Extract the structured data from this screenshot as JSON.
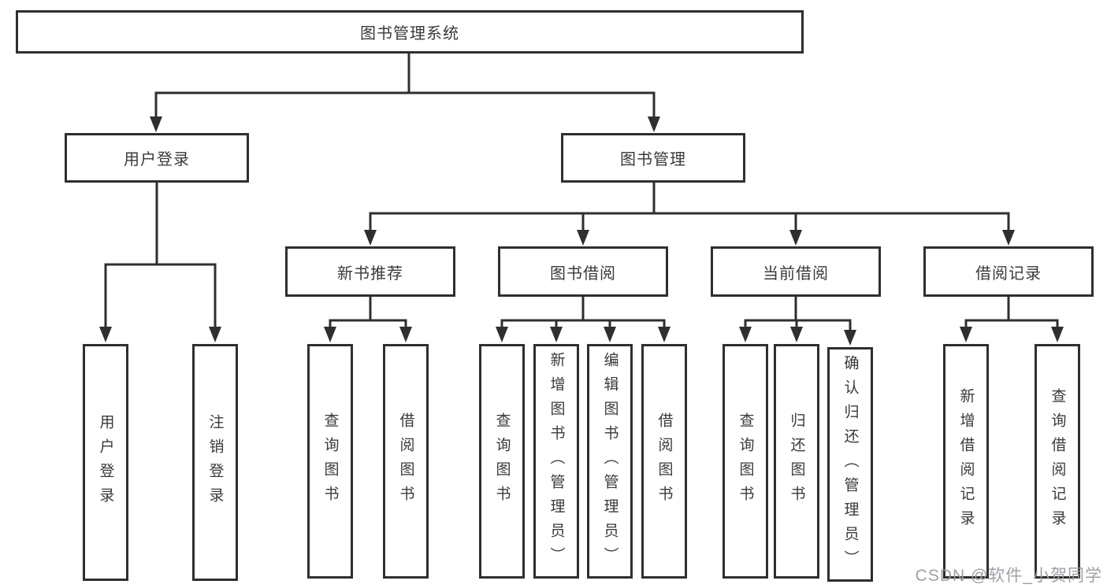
{
  "diagram_title": "图书管理系统",
  "tree": {
    "label": "图书管理系统",
    "children": [
      {
        "label": "用户登录",
        "children": [
          {
            "label": "用户登录"
          },
          {
            "label": "注销登录"
          }
        ]
      },
      {
        "label": "图书管理",
        "children": [
          {
            "label": "新书推荐",
            "children": [
              {
                "label": "查询图书"
              },
              {
                "label": "借阅图书"
              }
            ]
          },
          {
            "label": "图书借阅",
            "children": [
              {
                "label": "查询图书"
              },
              {
                "label": "新增图书（管理员）"
              },
              {
                "label": "编辑图书（管理员）"
              },
              {
                "label": "借阅图书"
              }
            ]
          },
          {
            "label": "当前借阅",
            "children": [
              {
                "label": "查询图书"
              },
              {
                "label": "归还图书"
              },
              {
                "label": "确认归还（管理员）"
              }
            ]
          },
          {
            "label": "借阅记录",
            "children": [
              {
                "label": "新增借阅记录"
              },
              {
                "label": "查询借阅记录"
              }
            ]
          }
        ]
      }
    ]
  },
  "watermark": {
    "text": "CSDN @软件_小贺同学"
  },
  "colors": {
    "line": "#2f2f2f",
    "box_border": "#2f2f2f",
    "text": "#3a3a3a",
    "background": "#ffffff",
    "watermark": "#989ba0"
  }
}
